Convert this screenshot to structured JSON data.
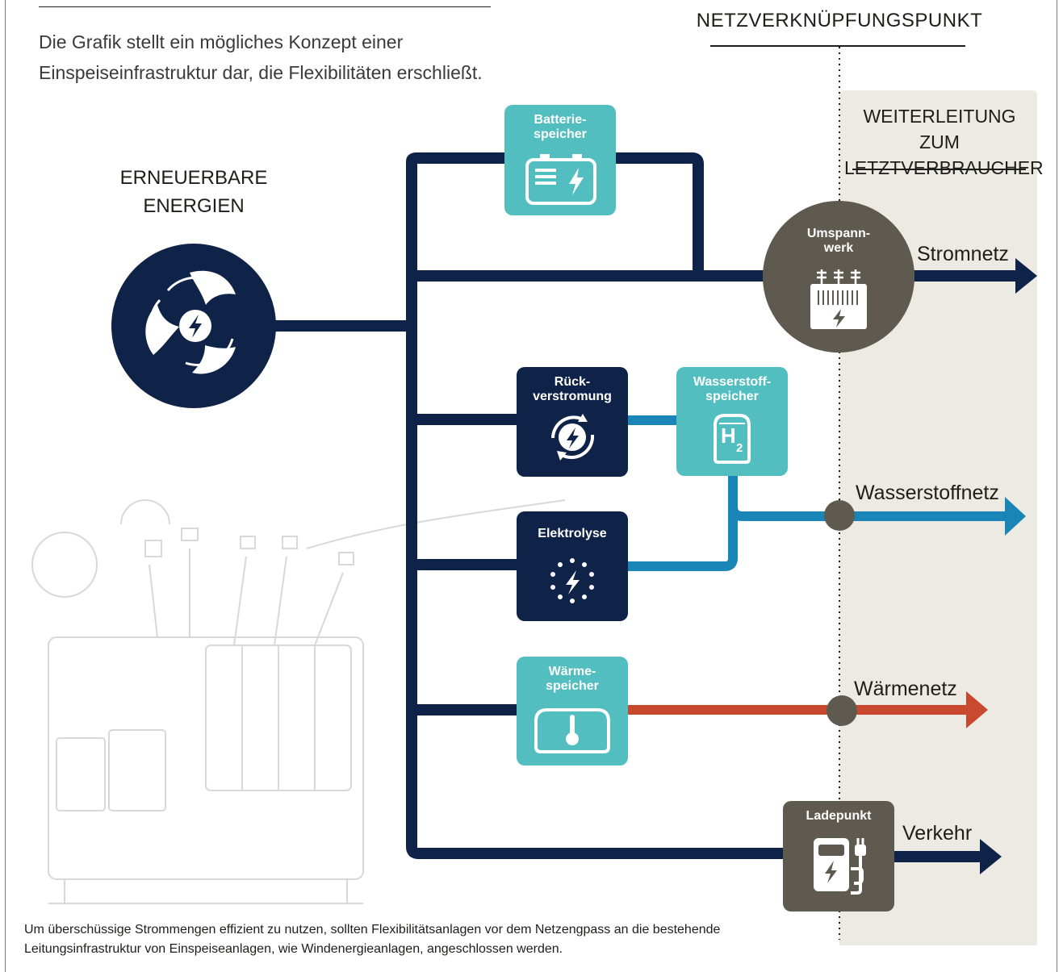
{
  "intro_text": "Die Grafik stellt ein mögliches Konzept einer Einspeiseinfrastruktur dar, die Flexibilitäten erschließt.",
  "netzverknuepfungspunkt": "NETZVERKNÜPFUNGSPUNKT",
  "weiterleitung": "WEITERLEITUNG ZUM LETZTVERBRAUCHER",
  "erneuerbare": "ERNEUERBARE ENERGIEN",
  "nodes": {
    "batterie": "Batterie-\nspeicher",
    "umspannwerk": "Umspann-\nwerk",
    "rueckverstromung": "Rück-\nverstromung",
    "wasserstoffspeicher": "Wasserstoff-\nspeicher",
    "elektrolyse": "Elektrolyse",
    "waermespeicher": "Wärme-\nspeicher",
    "ladepunkt": "Ladepunkt"
  },
  "networks": {
    "strom": "Stromnetz",
    "wasserstoff": "Wasserstoffnetz",
    "waerme": "Wärmenetz",
    "verkehr": "Verkehr"
  },
  "h2_symbol": "H",
  "h2_sub": "2",
  "footer": "Um überschüssige Strommengen effizient zu nutzen, sollten Flexibilitätsanlagen vor dem Netzengpass an die bestehende Leitungsinfrastruktur von Einspeiseanlagen, wie Windenergieanlagen, angeschlossen werden.",
  "colors": {
    "navy": "#0f2247",
    "teal": "#52bec0",
    "blue_line": "#1a86b8",
    "red_line": "#c9492f",
    "grey": "#5e5a4f",
    "band": "#eceae2"
  }
}
